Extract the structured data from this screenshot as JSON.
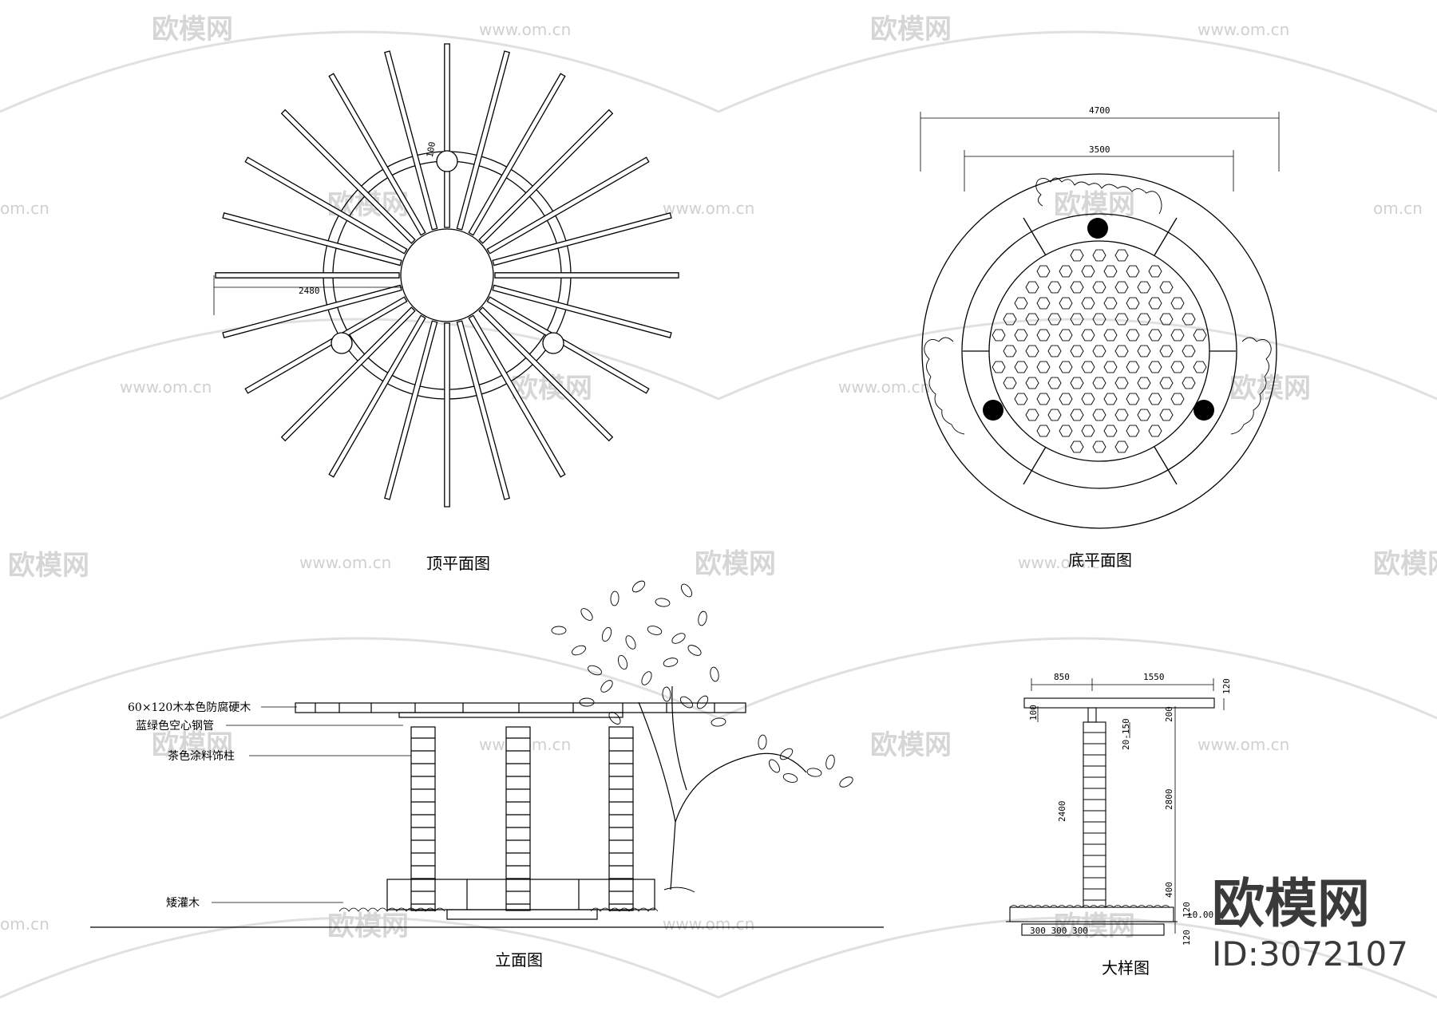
{
  "titles": {
    "top_plan": "顶平面图",
    "bottom_plan": "底平面图",
    "elevation": "立面图",
    "detail": "大样图"
  },
  "top_plan": {
    "dim_radius": "2480",
    "dim_small": "100"
  },
  "bottom_plan": {
    "dim_outer": "4700",
    "dim_inner": "3500"
  },
  "elevation": {
    "callouts": [
      "60×120木本色防腐硬木",
      "蓝绿色空心钢管",
      "茶色涂料饰柱",
      "矮灌木"
    ]
  },
  "detail": {
    "dims": {
      "top_left": "850",
      "top_right": "1550",
      "right_120": "120",
      "right_200": "200",
      "left_100": "100",
      "mid_2040150": "20-150",
      "post_2400": "2400",
      "right_2800": "2800",
      "right_400": "400",
      "right_120b": "120",
      "right_120c": "120",
      "elev_label": "±0.00",
      "bottom_dims": "300  300  300"
    }
  },
  "watermark": {
    "brand": "欧模网",
    "site": "www.om.cn",
    "site_short": "om.cn",
    "id_text": "ID:3072107"
  },
  "colors": {
    "line": "#000000",
    "watermark": "#d8d8d8"
  }
}
